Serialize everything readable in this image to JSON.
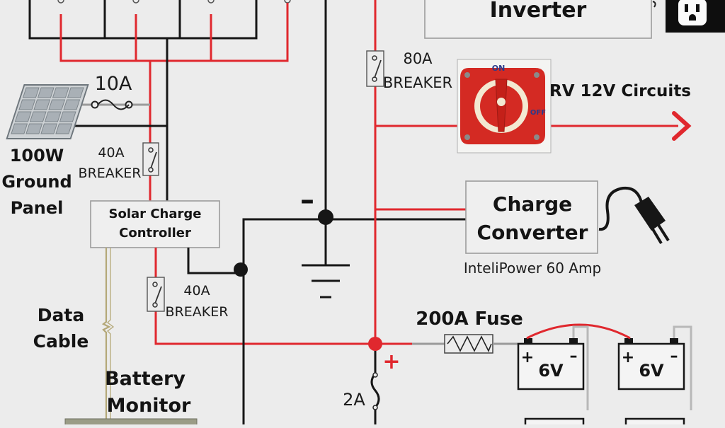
{
  "inverter": {
    "label": "Inverter"
  },
  "solar_panel": {
    "line1": "100W",
    "line2": "Ground",
    "line3": "Panel"
  },
  "fuse_10a": {
    "label": "10A"
  },
  "breaker_40a_top": {
    "line1": "40A",
    "line2": "BREAKER"
  },
  "breaker_40a_bottom": {
    "line1": "40A",
    "line2": "BREAKER"
  },
  "breaker_80a": {
    "line1": "80A",
    "line2": "BREAKER"
  },
  "solar_charge_controller": {
    "line1": "Solar Charge",
    "line2": "Controller"
  },
  "rv_circuits": {
    "label": "RV 12V Circuits"
  },
  "battery_switch": {
    "on_label": "ON",
    "off_label": "OFF"
  },
  "charge_converter": {
    "line1": "Charge",
    "line2": "Converter",
    "model": "InteliPower 60 Amp"
  },
  "negative_bus": {
    "symbol": "–"
  },
  "positive_bus": {
    "symbol": "+"
  },
  "fuse_200a": {
    "label": "200A Fuse"
  },
  "fuse_2a": {
    "label": "2A"
  },
  "data_cable": {
    "line1": "Data",
    "line2": "Cable"
  },
  "battery_monitor": {
    "line1": "Battery",
    "line2": "Monitor"
  },
  "batteries": [
    {
      "label": "6V",
      "plus": "+",
      "minus": "–"
    },
    {
      "label": "6V",
      "plus": "+",
      "minus": "–"
    }
  ],
  "colors": {
    "positive_wire": "#e0282e",
    "negative_wire": "#161616",
    "data_wire": "#b4a878",
    "switch_red": "#d42a23"
  }
}
